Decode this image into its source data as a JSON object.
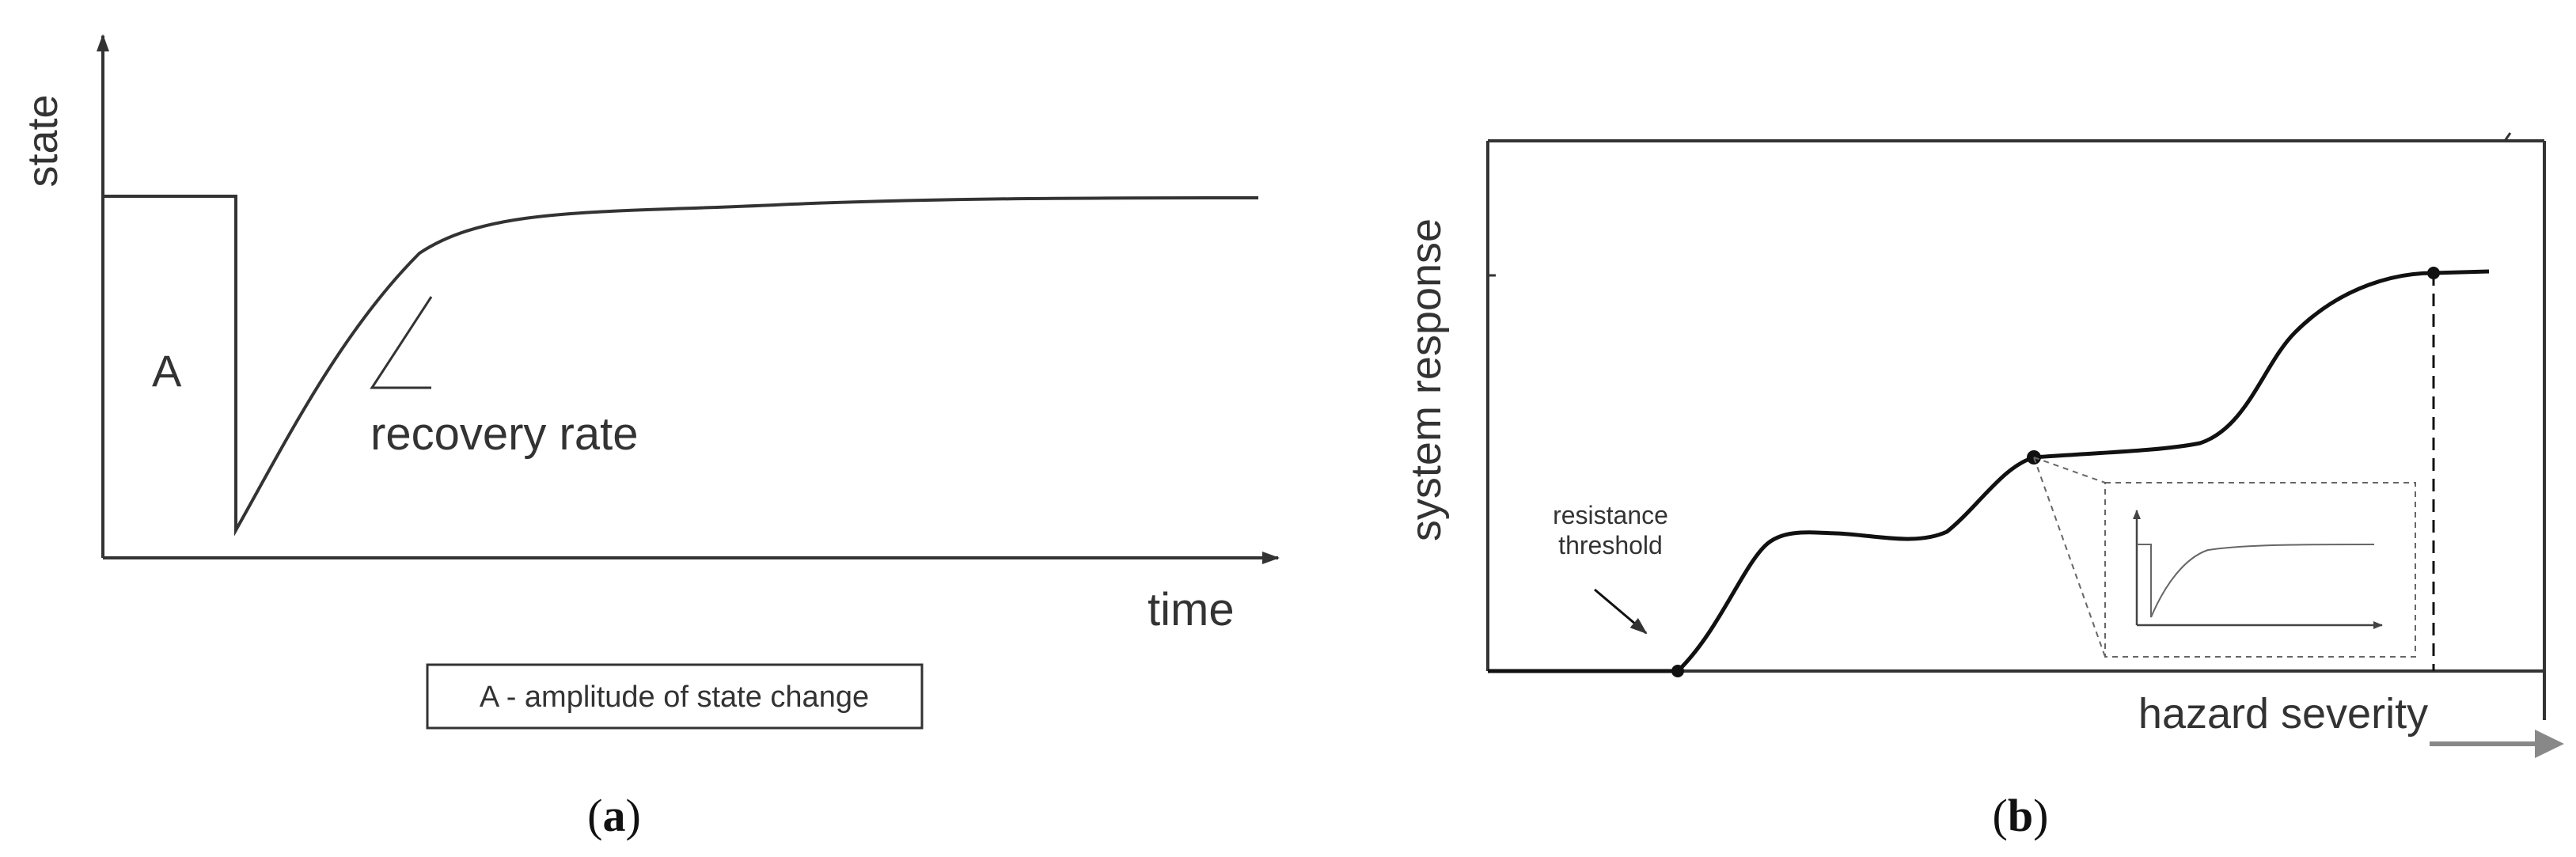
{
  "panel_a": {
    "y_axis_label": "state",
    "x_axis_label": "time",
    "amplitude_marker": "A",
    "recovery_label": "recovery rate",
    "legend_text": "A - amplitude of state change",
    "caption_open": "(",
    "caption_letter": "a",
    "caption_close": ")"
  },
  "panel_b": {
    "y_axis_label": "system response",
    "x_axis_label": "hazard severity",
    "threshold_label_line1": "resistance",
    "threshold_label_line2": "threshold",
    "caption_open": "(",
    "caption_letter": "b",
    "caption_close": ")"
  },
  "colors": {
    "line": "#333333",
    "curve": "#111111",
    "axis": "#444444",
    "arrow_gray": "#888888"
  }
}
